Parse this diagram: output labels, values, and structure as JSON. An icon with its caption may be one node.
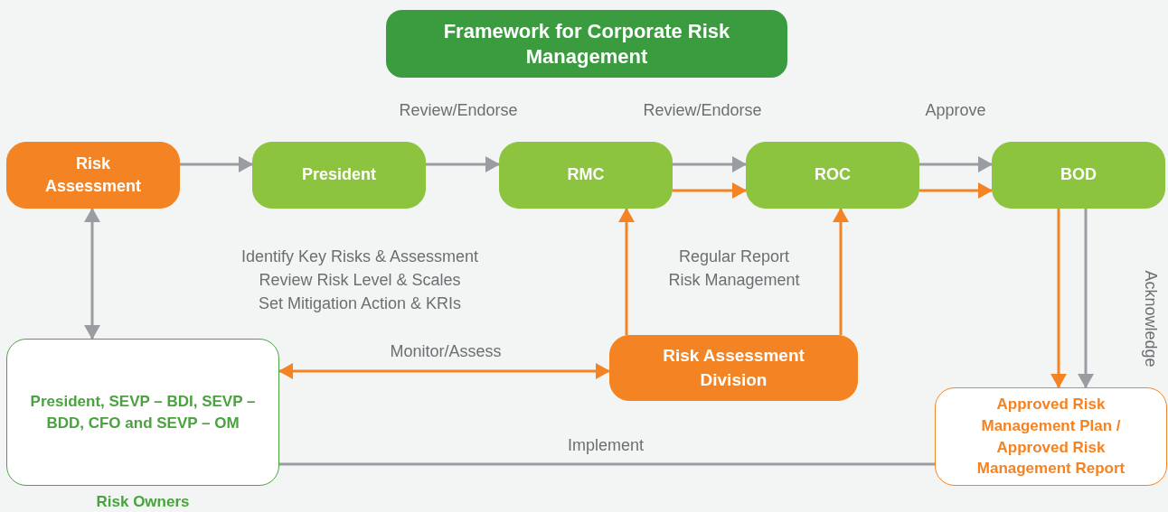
{
  "diagram": {
    "title": "Framework for Corporate Risk Management",
    "nodes": [
      {
        "text": [
          "Risk Assessment"
        ]
      },
      {
        "text": [
          "President"
        ]
      },
      {
        "text": [
          "RMC"
        ]
      },
      {
        "text": [
          "ROC"
        ]
      },
      {
        "text": [
          "BOD"
        ]
      },
      {
        "text": [
          "President, SEVP – BDI, SEVP – BDD, CFO and SEVP – OM"
        ],
        "beside": [
          "Risk Owners"
        ]
      },
      {
        "text": [
          "Risk Assessment Division"
        ]
      },
      {
        "text": [
          "Approved Risk Management Plan / Approved Risk Management Report"
        ]
      }
    ],
    "edges": [
      {
        "from": 0,
        "to": 1,
        "arrow": "to"
      },
      {
        "from": 1,
        "to": 2,
        "arrow": "to",
        "label": "Review/Endorse"
      },
      {
        "from": 2,
        "to": 3,
        "arrow": "to",
        "label": "Review/Endorse"
      },
      {
        "from": 2,
        "to": 3,
        "arrow": "to",
        "color": "#f48323"
      },
      {
        "from": 3,
        "to": 4,
        "arrow": "to",
        "label": "Approve"
      },
      {
        "from": 3,
        "to": 4,
        "arrow": "to",
        "color": "#f48323"
      },
      {
        "from": 0,
        "to": 5,
        "arrow": "both"
      },
      {
        "from": 5,
        "to": 6,
        "arrow": "both",
        "label": "Monitor/Assess",
        "color": "#f48323"
      },
      {
        "from": 6,
        "to": 2,
        "arrow": "to",
        "color": "#f48323"
      },
      {
        "from": 6,
        "to": 3,
        "arrow": "to",
        "color": "#f48323"
      },
      {
        "from": 4,
        "to": 7,
        "arrow": "to",
        "color": "#f48323"
      },
      {
        "from": 4,
        "to": 7,
        "arrow": "to",
        "label": "Acknowledge"
      },
      {
        "from": 5,
        "to": 7,
        "arrow": "none",
        "label": "Implement"
      }
    ],
    "labels": [
      "Identify Key Risks & Assessment",
      "Review Risk Level & Scales",
      "Set Mitigation Action & KRIs",
      "Regular Report",
      "Risk Management"
    ]
  }
}
